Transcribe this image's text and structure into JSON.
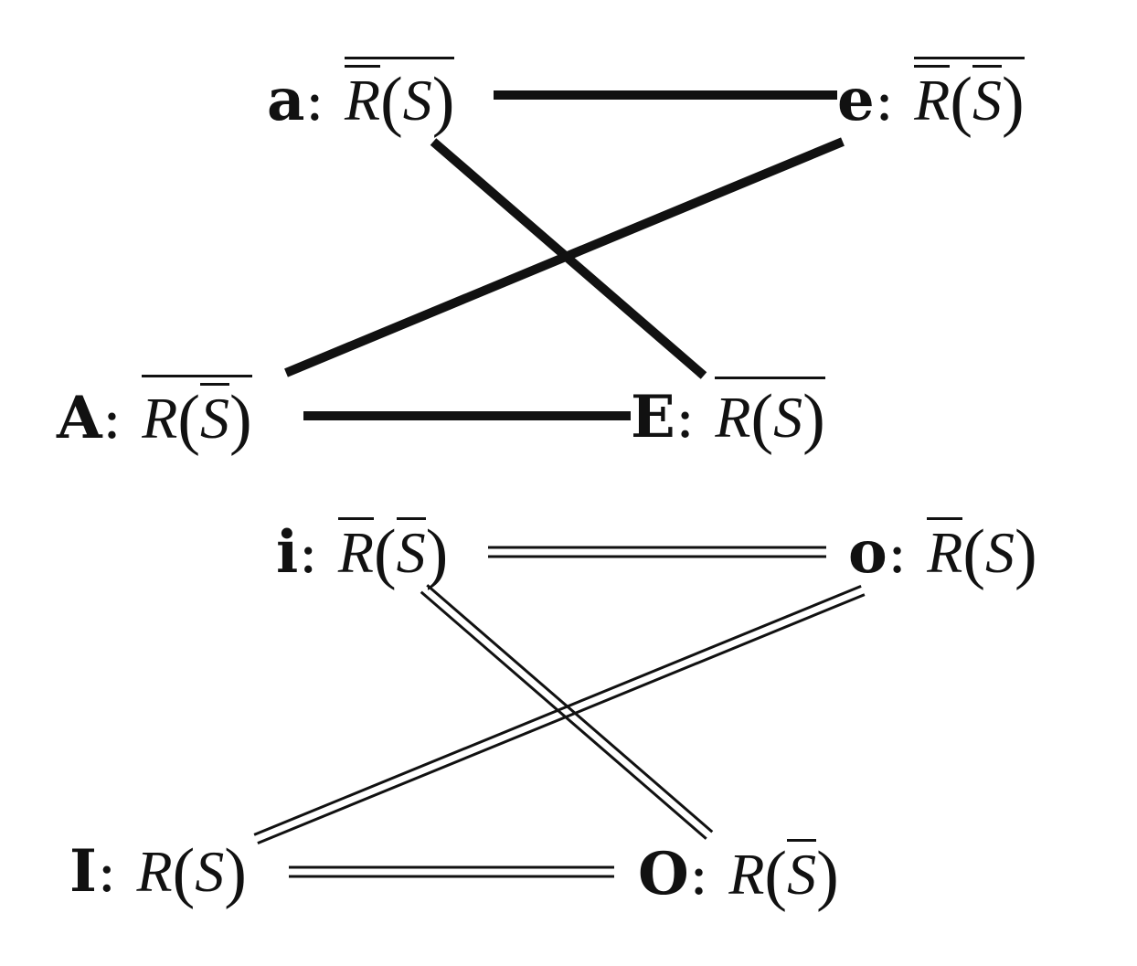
{
  "diagram": {
    "title": "Square of opposition (relations R and S)",
    "strong_group": {
      "line_style": "thick",
      "nodes": [
        {
          "id": "a",
          "letter": "a",
          "colon": ":",
          "R": "R",
          "S": "S",
          "R_bar": true,
          "S_bar": false,
          "whole_bar": true
        },
        {
          "id": "e",
          "letter": "e",
          "colon": ":",
          "R": "R",
          "S": "S",
          "R_bar": true,
          "S_bar": true,
          "whole_bar": true
        },
        {
          "id": "A",
          "letter": "A",
          "colon": ":",
          "R": "R",
          "S": "S",
          "R_bar": false,
          "S_bar": true,
          "whole_bar": true
        },
        {
          "id": "E",
          "letter": "E",
          "colon": ":",
          "R": "R",
          "S": "S",
          "R_bar": false,
          "S_bar": false,
          "whole_bar": true
        }
      ],
      "edges": [
        [
          "a",
          "e"
        ],
        [
          "A",
          "E"
        ],
        [
          "a",
          "E"
        ],
        [
          "e",
          "A"
        ]
      ]
    },
    "weak_group": {
      "line_style": "double",
      "nodes": [
        {
          "id": "i",
          "letter": "i",
          "colon": ":",
          "R": "R",
          "S": "S",
          "R_bar": true,
          "S_bar": true,
          "whole_bar": false
        },
        {
          "id": "o",
          "letter": "o",
          "colon": ":",
          "R": "R",
          "S": "S",
          "R_bar": true,
          "S_bar": false,
          "whole_bar": false
        },
        {
          "id": "I",
          "letter": "I",
          "colon": ":",
          "R": "R",
          "S": "S",
          "R_bar": false,
          "S_bar": false,
          "whole_bar": false
        },
        {
          "id": "O",
          "letter": "O",
          "colon": ":",
          "R": "R",
          "S": "S",
          "R_bar": false,
          "S_bar": true,
          "whole_bar": false
        }
      ],
      "edges": [
        [
          "i",
          "o"
        ],
        [
          "I",
          "O"
        ],
        [
          "i",
          "O"
        ],
        [
          "o",
          "I"
        ]
      ]
    },
    "parens": {
      "open": "(",
      "close": ")"
    },
    "line_color": "#111111"
  }
}
